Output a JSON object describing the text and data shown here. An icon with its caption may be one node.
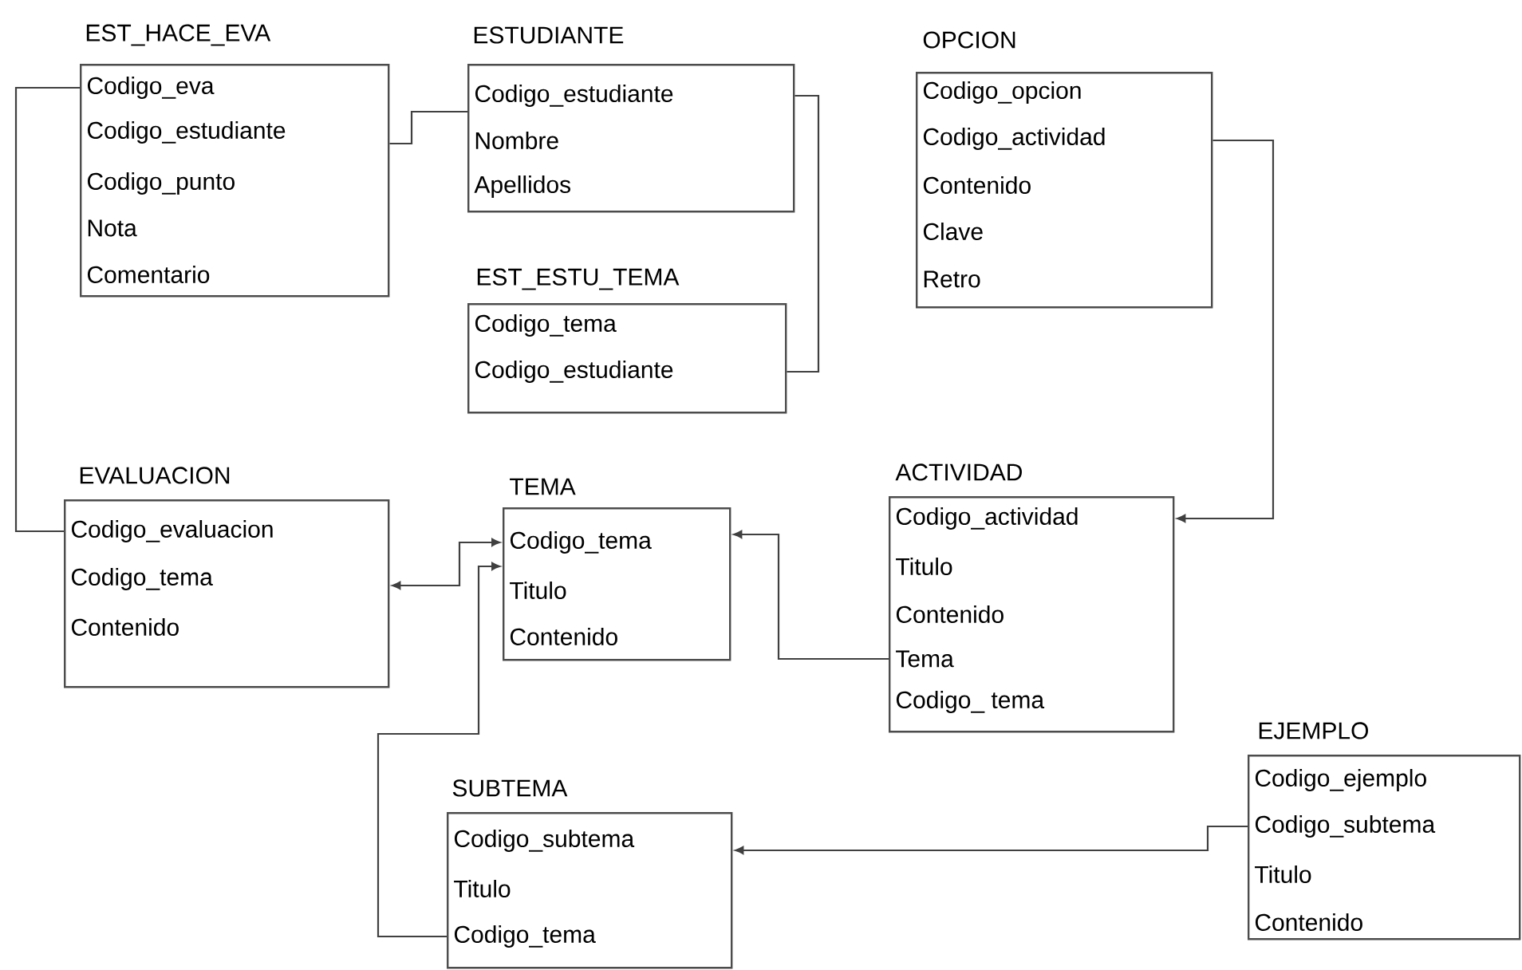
{
  "diagram": {
    "nodes": [
      {
        "text": [
          "EST_HACE_EVA",
          "Codigo_eva",
          "Codigo_estudiante",
          "Codigo_punto",
          "Nota",
          "Comentario"
        ]
      },
      {
        "text": [
          "ESTUDIANTE",
          "Codigo_estudiante",
          "Nombre",
          "Apellidos"
        ]
      },
      {
        "text": [
          "OPCION",
          "Codigo_opcion",
          "Codigo_actividad",
          "Contenido",
          "Clave",
          "Retro"
        ]
      },
      {
        "text": [
          "EST_ESTU_TEMA",
          "Codigo_tema",
          "Codigo_estudiante"
        ]
      },
      {
        "text": [
          "EVALUACION",
          "Codigo_evaluacion",
          "Codigo_tema",
          "Contenido"
        ]
      },
      {
        "text": [
          "TEMA",
          "Codigo_tema",
          "Titulo",
          "Contenido"
        ]
      },
      {
        "text": [
          "ACTIVIDAD",
          "Codigo_actividad",
          "Titulo",
          "Contenido",
          "Tema",
          "Codigo_ tema"
        ]
      },
      {
        "text": [
          "EJEMPLO",
          "Codigo_ejemplo",
          "Codigo_subtema",
          "Titulo",
          "Contenido"
        ]
      },
      {
        "text": [
          "SUBTEMA",
          "Codigo_subtema",
          "Titulo",
          "Codigo_tema"
        ]
      }
    ],
    "edges": [
      {
        "from": 0,
        "to": 4,
        "arrow": "none"
      },
      {
        "from": 0,
        "to": 1,
        "arrow": "none"
      },
      {
        "from": 1,
        "to": 3,
        "arrow": "none"
      },
      {
        "from": 2,
        "to": 6,
        "arrow": "to"
      },
      {
        "from": 4,
        "to": 5,
        "arrow": "both"
      },
      {
        "from": 6,
        "to": 5,
        "arrow": "to"
      },
      {
        "from": 8,
        "to": 5,
        "arrow": "to"
      },
      {
        "from": 7,
        "to": 8,
        "arrow": "to"
      }
    ]
  }
}
